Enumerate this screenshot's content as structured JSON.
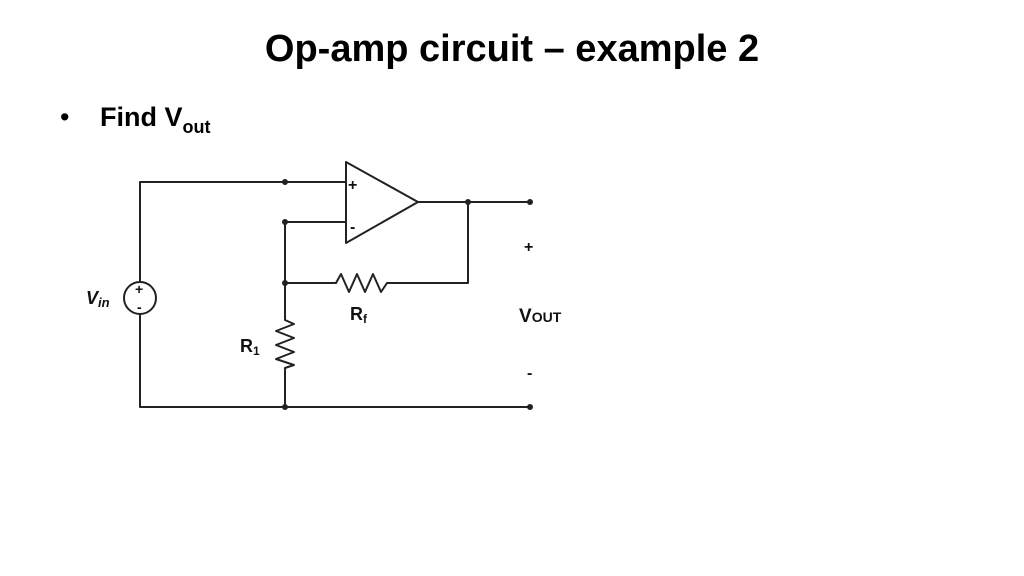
{
  "slide": {
    "title": "Op-amp circuit – example 2",
    "bullet": {
      "symbol": "•",
      "text": "Find V",
      "subscript": "out"
    }
  },
  "circuit": {
    "opamp": {
      "plus": "+",
      "minus": "-"
    },
    "source": {
      "label_main": "V",
      "label_sub": "in",
      "plus": "+",
      "minus": "-"
    },
    "resistor_feedback": {
      "label_main": "R",
      "label_sub": "f"
    },
    "resistor_ground": {
      "label_main": "R",
      "label_sub": "1"
    },
    "output": {
      "label_main": "V",
      "label_sub": "OUT",
      "plus": "+",
      "minus": "-"
    }
  }
}
